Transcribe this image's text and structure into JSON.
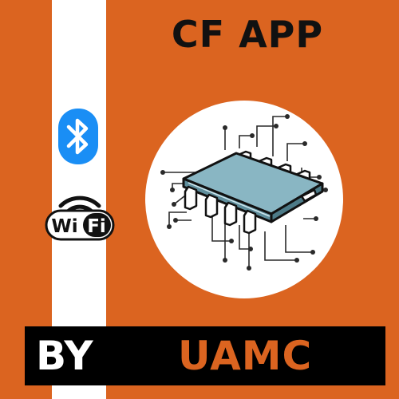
{
  "title": "CF APP",
  "icons": {
    "bluetooth": "bluetooth-icon",
    "wifi": "wifi-icon",
    "chip": "microchip-icon"
  },
  "wifi_badge": {
    "text_wi": "Wi",
    "text_fi": "Fi"
  },
  "footer": {
    "by": "BY",
    "brand": "UAMC"
  },
  "colors": {
    "background": "#db6420",
    "stripe": "#ffffff",
    "bluetooth": "#1a8ef5",
    "footer_bg": "#000000",
    "brand_text": "#db6420"
  }
}
